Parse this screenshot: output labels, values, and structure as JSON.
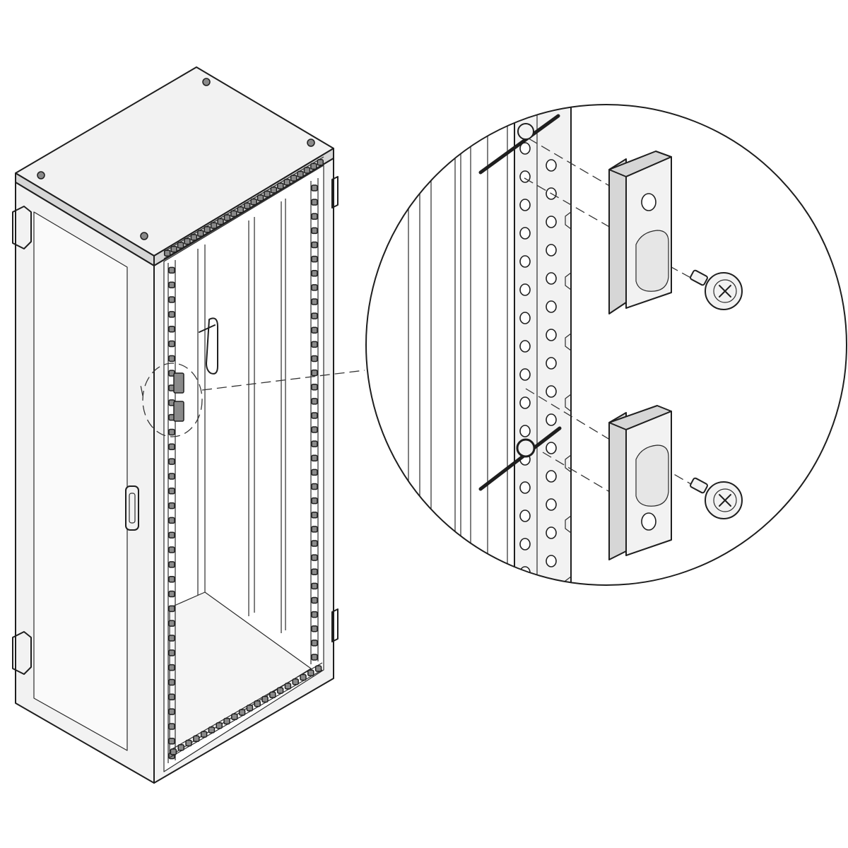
{
  "diagram": {
    "subject": "network-cabinet-exploded-detail",
    "colors": {
      "line": "#1e1e1e",
      "face": "#f2f2f2",
      "shade": "#d6d6d6",
      "background": "#ffffff"
    },
    "rail_holes_per_rail": 16,
    "cabinet_rail_teeth": 34
  }
}
